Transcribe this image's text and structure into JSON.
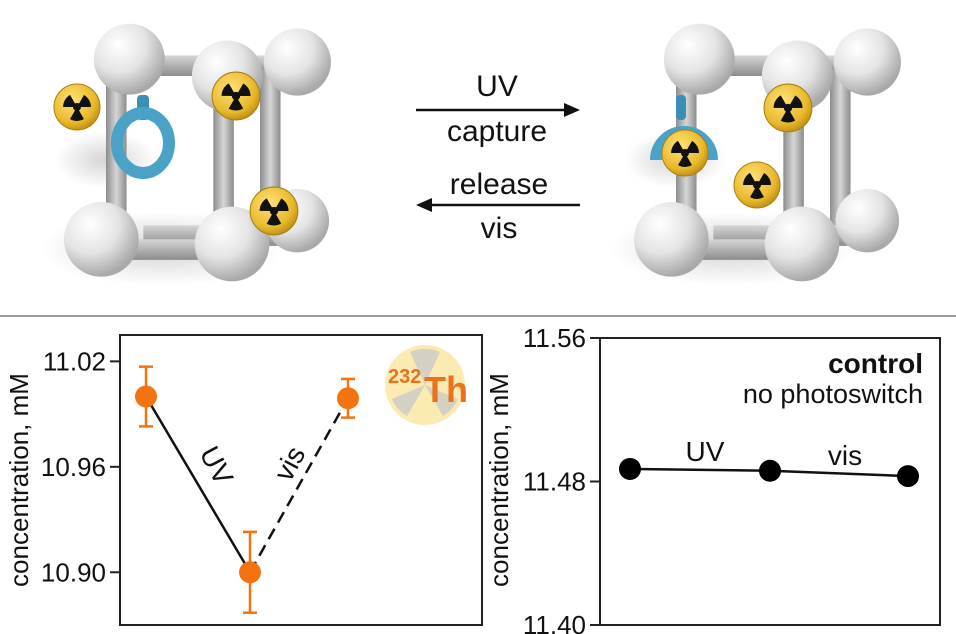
{
  "scheme": {
    "forward_labels": [
      "UV",
      "capture"
    ],
    "reverse_labels": [
      "release",
      "vis"
    ]
  },
  "chart_data": [
    {
      "type": "line",
      "ylabel": "concentration, mM",
      "ylim": [
        10.87,
        11.035
      ],
      "yticks": [
        "11.02",
        "10.96",
        "10.90"
      ],
      "grid": false,
      "badge": {
        "mass": "232",
        "symbol": "Th"
      },
      "segment_labels": [
        "UV",
        "vis"
      ],
      "segment_styles": [
        "solid",
        "dashed"
      ],
      "color": "#f2730f",
      "points": [
        {
          "y": 11.0,
          "err": 0.017
        },
        {
          "y": 10.9,
          "err": 0.023
        },
        {
          "y": 10.999,
          "err": 0.011
        }
      ]
    },
    {
      "type": "line",
      "ylabel": "concentration, mM",
      "ylim": [
        11.4,
        11.56
      ],
      "yticks": [
        "11.56",
        "11.48",
        "11.40"
      ],
      "grid": false,
      "annotation": {
        "title": "control",
        "subtitle": "no photoswitch"
      },
      "segment_labels": [
        "UV",
        "vis"
      ],
      "segment_styles": [
        "solid",
        "solid"
      ],
      "color": "#000000",
      "points": [
        {
          "y": 11.487
        },
        {
          "y": 11.486
        },
        {
          "y": 11.483
        }
      ]
    }
  ],
  "colors": {
    "accent": "#f2730f",
    "linker": "#4aa3c7",
    "frame": "#c9c9c9",
    "radioactive": "#e9b92c"
  }
}
